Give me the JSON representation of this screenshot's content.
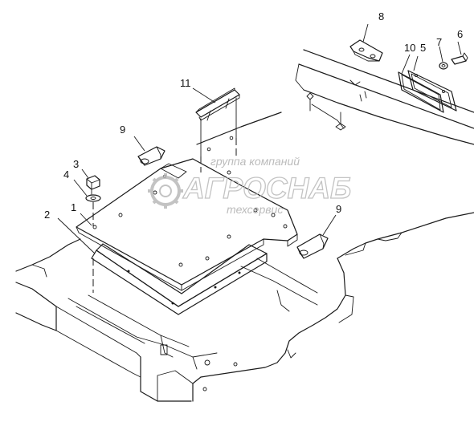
{
  "callouts": [
    {
      "id": "1",
      "label": "1"
    },
    {
      "id": "2",
      "label": "2"
    },
    {
      "id": "3",
      "label": "3"
    },
    {
      "id": "4",
      "label": "4"
    },
    {
      "id": "5",
      "label": "5"
    },
    {
      "id": "6",
      "label": "6"
    },
    {
      "id": "7",
      "label": "7"
    },
    {
      "id": "8",
      "label": "8"
    },
    {
      "id": "9a",
      "label": "9"
    },
    {
      "id": "9b",
      "label": "9"
    },
    {
      "id": "10",
      "label": "10"
    },
    {
      "id": "11",
      "label": "11"
    }
  ],
  "watermark": {
    "top_line": "группа компаний",
    "main": "АГРОСНАБ",
    "bottom_line": "техсервис"
  }
}
